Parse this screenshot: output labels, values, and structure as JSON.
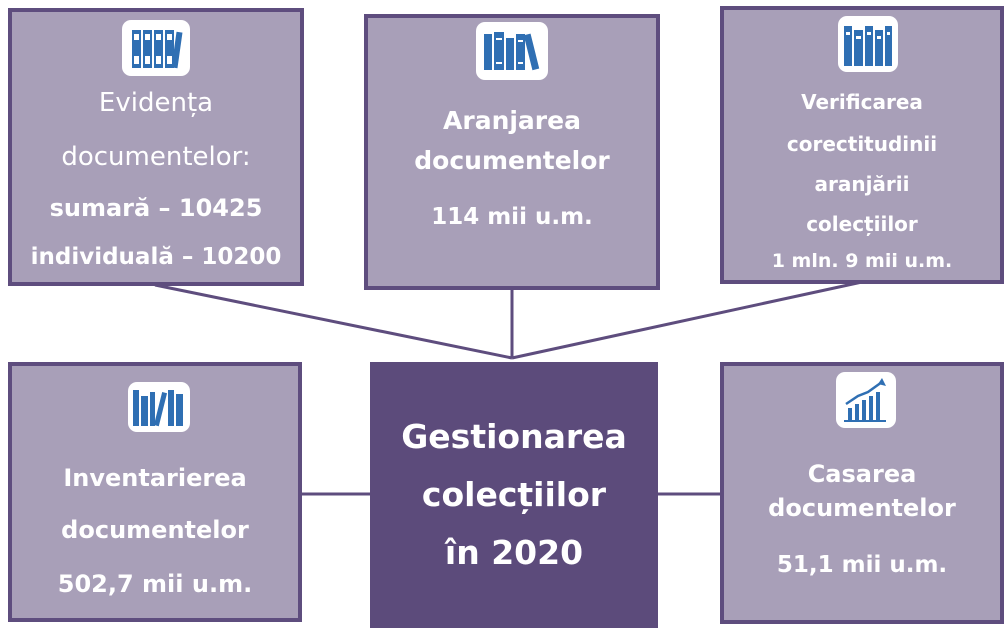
{
  "colors": {
    "box_fill": "#a89fb8",
    "box_border": "#5e4d7e",
    "center_fill": "#5c4b7b",
    "line": "#5e4d7e",
    "icon_blue": "#2f6fb3",
    "text": "#ffffff"
  },
  "center": {
    "line1": "Gestionarea",
    "line2": "colecțiilor",
    "line3": "în 2020"
  },
  "boxes": {
    "evidenta": {
      "icon": "binders-icon",
      "line1": "Evidența",
      "line2": "documentelor:",
      "line3": "sumară – 10425",
      "line4": "individuală – 10200"
    },
    "aranjarea": {
      "icon": "books-icon",
      "line1": "Aranjarea",
      "line2": "documentelor",
      "line3": "114 mii u.m."
    },
    "verificarea": {
      "icon": "bookshelf-icon",
      "line1": "Verificarea",
      "line2": "corectitudinii",
      "line3": "aranjării",
      "line4": "colecțiilor",
      "line5": "1 mln. 9 mii u.m."
    },
    "inventarierea": {
      "icon": "book-row-icon",
      "line1": "Inventarierea",
      "line2": "documentelor",
      "line3": "502,7 mii u.m."
    },
    "casarea": {
      "icon": "growth-chart-icon",
      "line1": "Casarea",
      "line2": "documentelor",
      "line3": "51,1 mii u.m."
    }
  }
}
